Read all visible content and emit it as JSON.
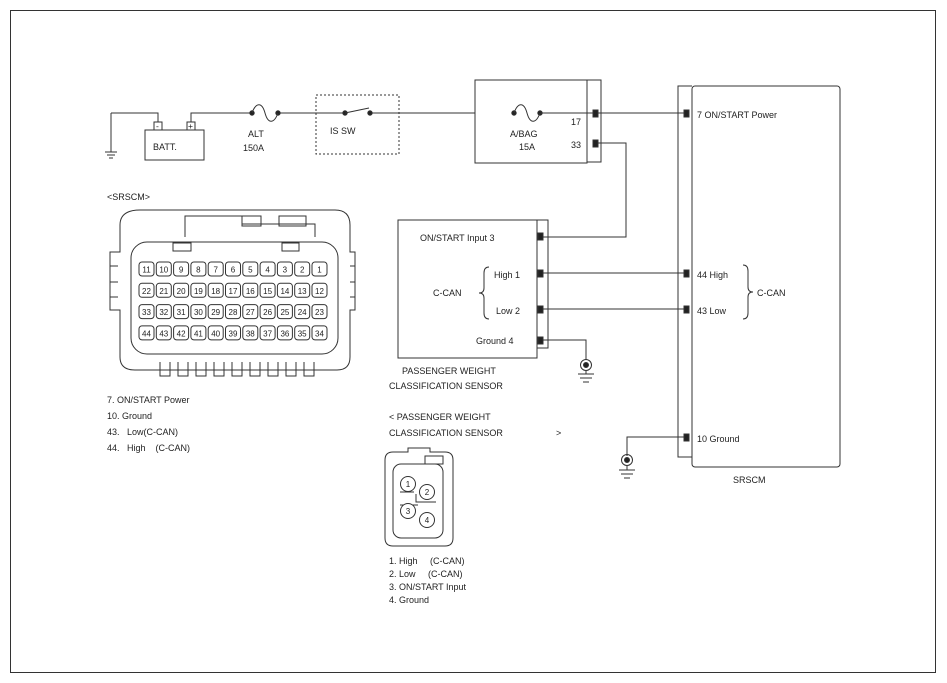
{
  "power": {
    "battery_label": "BATT.",
    "battery_neg": "-",
    "battery_pos": "+",
    "alt_fuse_name": "ALT",
    "alt_fuse_rating": "150A",
    "is_sw_label": "IS SW",
    "abag_fuse_name": "A/BAG",
    "abag_fuse_rating": "15A",
    "terminal_17": "17",
    "terminal_33": "33"
  },
  "srscm": {
    "title": "SRSCM",
    "pin_on_start": "7 ON/START Power",
    "pin_high": "44 High",
    "pin_low": "43 Low",
    "pin_ground": "10 Ground",
    "bus_label": "C-CAN"
  },
  "pwcs": {
    "pin_on_start": "ON/START Input 3",
    "bus_label": "C-CAN",
    "pin_high": "High 1",
    "pin_low": "Low 2",
    "pin_ground": "Ground 4",
    "title_line1": "PASSENGER WEIGHT",
    "title_line2": "CLASSIFICATION SENSOR"
  },
  "srscm_connector": {
    "heading": "<SRSCM>",
    "row1": [
      "11",
      "10",
      "9",
      "8",
      "7",
      "6",
      "5",
      "4",
      "3",
      "2",
      "1"
    ],
    "row2": [
      "22",
      "21",
      "20",
      "19",
      "18",
      "17",
      "16",
      "15",
      "14",
      "13",
      "12"
    ],
    "row3": [
      "33",
      "32",
      "31",
      "30",
      "29",
      "28",
      "27",
      "26",
      "25",
      "24",
      "23"
    ],
    "row4": [
      "44",
      "43",
      "42",
      "41",
      "40",
      "39",
      "38",
      "37",
      "36",
      "35",
      "34"
    ],
    "legend": [
      "7. ON/START Power",
      "10. Ground",
      "43.   Low(C-CAN)",
      "44.   High    (C-CAN)"
    ]
  },
  "pwcs_connector": {
    "heading_line1": "< PASSENGER WEIGHT",
    "heading_line2": "CLASSIFICATION SENSOR",
    "heading_close": ">",
    "pins": [
      "1",
      "2",
      "3",
      "4"
    ],
    "legend": [
      "1. High     (C-CAN)",
      "2. Low     (C-CAN)",
      "3. ON/START Input",
      "4. Ground"
    ]
  }
}
